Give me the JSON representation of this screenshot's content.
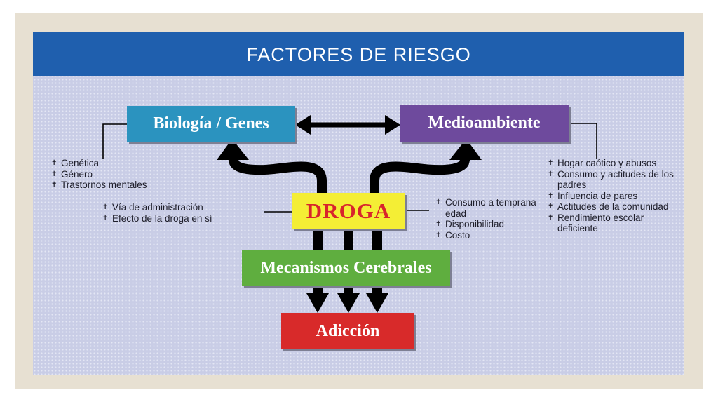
{
  "header": {
    "title": "FACTORES DE RIESGO"
  },
  "boxes": {
    "biologia": "Biología / Genes",
    "medioambiente": "Medioambiente",
    "droga": "DROGA",
    "mecanismos": "Mecanismos Cerebrales",
    "adiccion": "Adicción"
  },
  "lists": {
    "biologia": [
      "Genética",
      "Género",
      "Trastornos mentales"
    ],
    "droga_left": [
      "Vía de administración",
      "Efecto de la droga en sí"
    ],
    "droga_right": [
      "Consumo a temprana edad",
      "Disponibilidad",
      "Costo"
    ],
    "medioambiente": [
      "Hogar caótico y abusos",
      "Consumo y actitudes de los padres",
      "Influencia de pares",
      "Actitudes de la comunidad",
      "Rendimiento escolar deficiente"
    ]
  },
  "colors": {
    "header": "#1f5fae",
    "biologia": "#2b93bf",
    "medioambiente": "#6e4a9d",
    "droga": "#f4ee35",
    "droga_text": "#d8242c",
    "mecanismos": "#5fae3f",
    "adiccion": "#d82a2a",
    "arrow": "#000000"
  },
  "bullet_glyph": "✝"
}
